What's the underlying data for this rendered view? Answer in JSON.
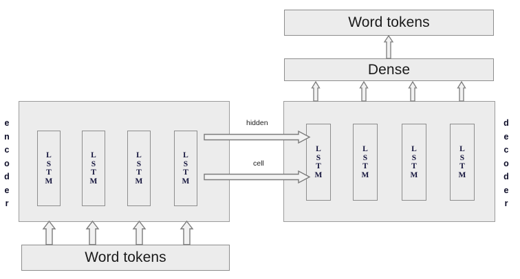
{
  "diagram": {
    "title_not_shown": "",
    "colors": {
      "fill": "#ececec",
      "stroke": "#8c8c8c",
      "arrow_fill": "#f2f2f2",
      "arrow_stroke": "#7a7a7a",
      "text": "#1a1a1a",
      "background": "#ffffff"
    },
    "encoder": {
      "side_label": "encoder",
      "side_label_letters": [
        "e",
        "n",
        "c",
        "o",
        "d",
        "e",
        "r"
      ],
      "cells": [
        {
          "label": "LSTM",
          "letters": [
            "L",
            "S",
            "T",
            "M"
          ]
        },
        {
          "label": "LSTM",
          "letters": [
            "L",
            "S",
            "T",
            "M"
          ]
        },
        {
          "label": "LSTM",
          "letters": [
            "L",
            "S",
            "T",
            "M"
          ]
        },
        {
          "label": "LSTM",
          "letters": [
            "L",
            "S",
            "T",
            "M"
          ]
        }
      ],
      "input_box_label": "Word tokens",
      "input_arrow_count": 4
    },
    "decoder": {
      "side_label": "decoder",
      "side_label_letters": [
        "d",
        "e",
        "c",
        "o",
        "d",
        "e",
        "r"
      ],
      "cells": [
        {
          "label": "LSTM",
          "letters": [
            "L",
            "S",
            "T",
            "M"
          ]
        },
        {
          "label": "LSTM",
          "letters": [
            "L",
            "S",
            "T",
            "M"
          ]
        },
        {
          "label": "LSTM",
          "letters": [
            "L",
            "S",
            "T",
            "M"
          ]
        },
        {
          "label": "LSTM",
          "letters": [
            "L",
            "S",
            "T",
            "M"
          ]
        }
      ],
      "dense_box_label": "Dense",
      "output_box_label": "Word tokens",
      "dense_arrow_count": 4,
      "output_arrow_count": 1
    },
    "connections": [
      {
        "name": "hidden",
        "label": "hidden",
        "from": "encoder-lstm-4",
        "to": "decoder-lstm-1"
      },
      {
        "name": "cell",
        "label": "cell",
        "from": "encoder-lstm-4",
        "to": "decoder-lstm-1"
      }
    ]
  }
}
